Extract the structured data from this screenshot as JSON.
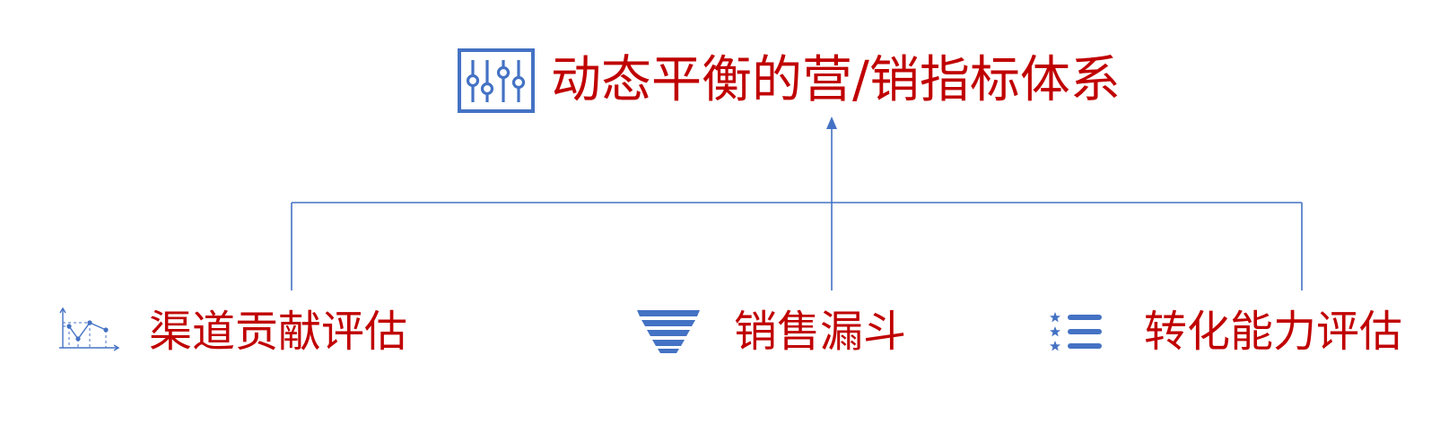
{
  "colors": {
    "text": "#c00000",
    "accent": "#4472c4",
    "accent_light": "#7f9fd9"
  },
  "title": {
    "text": "动态平衡的营/销指标体系",
    "icon": "sliders-icon"
  },
  "nodes": [
    {
      "label": "渠道贡献评估",
      "icon": "line-chart-icon"
    },
    {
      "label": "销售漏斗",
      "icon": "funnel-icon"
    },
    {
      "label": "转化能力评估",
      "icon": "star-list-icon"
    }
  ]
}
